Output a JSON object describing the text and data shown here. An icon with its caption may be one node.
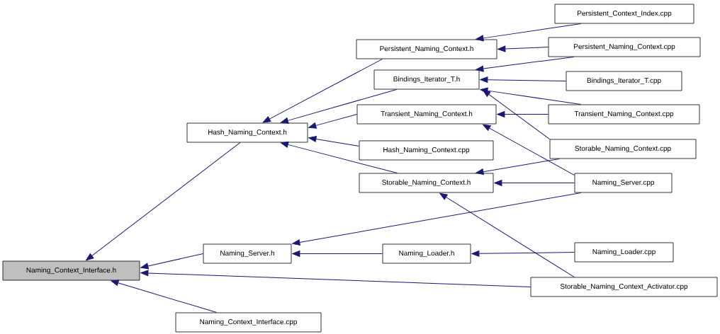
{
  "diagram": {
    "nodes": [
      {
        "text": [
          "Naming_Context_Interface.h"
        ]
      },
      {
        "text": [
          "Hash_Naming_Context.h"
        ]
      },
      {
        "text": [
          "Naming_Server.h"
        ]
      },
      {
        "text": [
          "Naming_Context_Interface.cpp"
        ]
      },
      {
        "text": [
          "Persistent_Naming_Context.h"
        ]
      },
      {
        "text": [
          "Bindings_Iterator_T.h"
        ]
      },
      {
        "text": [
          "Transient_Naming_Context.h"
        ]
      },
      {
        "text": [
          "Hash_Naming_Context.cpp"
        ]
      },
      {
        "text": [
          "Storable_Naming_Context.h"
        ]
      },
      {
        "text": [
          "Naming_Loader.h"
        ]
      },
      {
        "text": [
          "Persistent_Context_Index.cpp"
        ]
      },
      {
        "text": [
          "Persistent_Naming_Context.cpp"
        ]
      },
      {
        "text": [
          "Bindings_Iterator_T.cpp"
        ]
      },
      {
        "text": [
          "Transient_Naming_Context.cpp"
        ]
      },
      {
        "text": [
          "Storable_Naming_Context.cpp"
        ]
      },
      {
        "text": [
          "Naming_Server.cpp"
        ]
      },
      {
        "text": [
          "Naming_Loader.cpp"
        ]
      },
      {
        "text": [
          "Storable_Naming_Context_Activator.cpp"
        ]
      }
    ],
    "edges": [
      {
        "from": 1,
        "to": 0,
        "arrow": "to"
      },
      {
        "from": 2,
        "to": 0,
        "arrow": "to"
      },
      {
        "from": 3,
        "to": 0,
        "arrow": "to"
      },
      {
        "from": 17,
        "to": 0,
        "arrow": "to"
      },
      {
        "from": 4,
        "to": 1,
        "arrow": "to"
      },
      {
        "from": 5,
        "to": 1,
        "arrow": "to"
      },
      {
        "from": 6,
        "to": 1,
        "arrow": "to"
      },
      {
        "from": 7,
        "to": 1,
        "arrow": "to"
      },
      {
        "from": 8,
        "to": 1,
        "arrow": "to"
      },
      {
        "from": 10,
        "to": 4,
        "arrow": "to"
      },
      {
        "from": 11,
        "to": 4,
        "arrow": "to"
      },
      {
        "from": 11,
        "to": 5,
        "arrow": "to"
      },
      {
        "from": 12,
        "to": 5,
        "arrow": "to"
      },
      {
        "from": 13,
        "to": 5,
        "arrow": "to"
      },
      {
        "from": 14,
        "to": 5,
        "arrow": "to"
      },
      {
        "from": 13,
        "to": 6,
        "arrow": "to"
      },
      {
        "from": 15,
        "to": 6,
        "arrow": "to"
      },
      {
        "from": 14,
        "to": 8,
        "arrow": "to"
      },
      {
        "from": 15,
        "to": 8,
        "arrow": "to"
      },
      {
        "from": 17,
        "to": 8,
        "arrow": "to"
      },
      {
        "from": 15,
        "to": 2,
        "arrow": "to"
      },
      {
        "from": 9,
        "to": 2,
        "arrow": "to"
      },
      {
        "from": 16,
        "to": 9,
        "arrow": "to"
      }
    ]
  }
}
